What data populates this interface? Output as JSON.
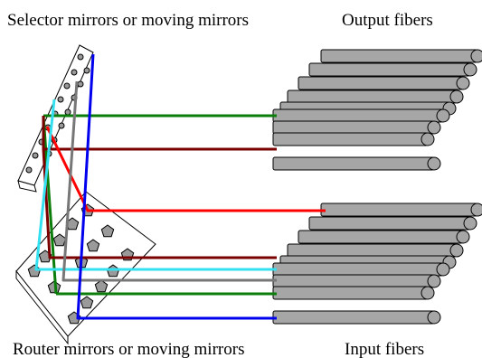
{
  "labels": {
    "selector": "Selector mirrors or moving mirrors",
    "output": "Output fibers",
    "router": "Router mirrors or moving mirrors",
    "input": "Input fibers"
  },
  "colors": {
    "fiber_fill": "#a6a6a6",
    "outline": "#000000",
    "panel_fill": "#ffffff",
    "mirror_fill": "#9a9a9a",
    "green": "#0b7d0b",
    "darkred": "#7a0000",
    "red": "#ff0000",
    "cyan": "#33e0f0",
    "gray": "#777777",
    "blue": "#0000ee"
  },
  "beams": [
    "green",
    "darkred",
    "red",
    "cyan",
    "gray",
    "blue"
  ]
}
